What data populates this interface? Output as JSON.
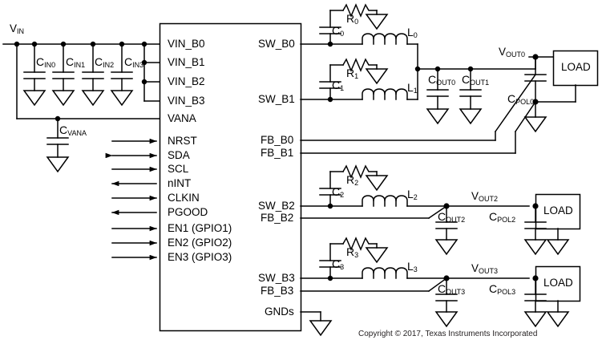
{
  "diagram": {
    "title": "TI multi-rail buck converter application schematic",
    "copyright": "Copyright © 2017, Texas Instruments Incorporated",
    "line_color": "#000000",
    "background": "#ffffff"
  },
  "ic": {
    "pins_left": [
      {
        "name": "VIN_B0",
        "label": "VIN_B0"
      },
      {
        "name": "VIN_B1",
        "label": "VIN_B1"
      },
      {
        "name": "VIN_B2",
        "label": "VIN_B2"
      },
      {
        "name": "VIN_B3",
        "label": "VIN_B3"
      },
      {
        "name": "VANA",
        "label": "VANA"
      },
      {
        "name": "NRST",
        "label": "NRST"
      },
      {
        "name": "SDA",
        "label": "SDA"
      },
      {
        "name": "SCL",
        "label": "SCL"
      },
      {
        "name": "nINT",
        "label": "nINT"
      },
      {
        "name": "CLKIN",
        "label": "CLKIN"
      },
      {
        "name": "PGOOD",
        "label": "PGOOD"
      },
      {
        "name": "EN1",
        "label": "EN1 (GPIO1)"
      },
      {
        "name": "EN2",
        "label": "EN2 (GPIO2)"
      },
      {
        "name": "EN3",
        "label": "EN3 (GPIO3)"
      }
    ],
    "pins_right": [
      {
        "name": "SW_B0",
        "label": "SW_B0"
      },
      {
        "name": "SW_B1",
        "label": "SW_B1"
      },
      {
        "name": "FB_B0",
        "label": "FB_B0"
      },
      {
        "name": "FB_B1",
        "label": "FB_B1"
      },
      {
        "name": "SW_B2",
        "label": "SW_B2"
      },
      {
        "name": "FB_B2",
        "label": "FB_B2"
      },
      {
        "name": "SW_B3",
        "label": "SW_B3"
      },
      {
        "name": "FB_B3",
        "label": "FB_B3"
      },
      {
        "name": "GNDs",
        "label": "GNDs"
      }
    ]
  },
  "nets": {
    "vin": {
      "base": "V",
      "sub": "IN"
    },
    "vout0": {
      "base": "V",
      "sub": "OUT0"
    },
    "vout2": {
      "base": "V",
      "sub": "OUT2"
    },
    "vout3": {
      "base": "V",
      "sub": "OUT3"
    }
  },
  "components": {
    "input_caps": [
      {
        "base": "C",
        "sub": "IN0"
      },
      {
        "base": "C",
        "sub": "IN1"
      },
      {
        "base": "C",
        "sub": "IN2"
      },
      {
        "base": "C",
        "sub": "IN3"
      }
    ],
    "vana_cap": {
      "base": "C",
      "sub": "VANA"
    },
    "snubber_caps": [
      {
        "base": "C",
        "sub": "0"
      },
      {
        "base": "C",
        "sub": "1"
      },
      {
        "base": "C",
        "sub": "2"
      },
      {
        "base": "C",
        "sub": "3"
      }
    ],
    "snubber_resistors": [
      {
        "base": "R",
        "sub": "0"
      },
      {
        "base": "R",
        "sub": "1"
      },
      {
        "base": "R",
        "sub": "2"
      },
      {
        "base": "R",
        "sub": "3"
      }
    ],
    "inductors": [
      {
        "base": "L",
        "sub": "0"
      },
      {
        "base": "L",
        "sub": "1"
      },
      {
        "base": "L",
        "sub": "2"
      },
      {
        "base": "L",
        "sub": "3"
      }
    ],
    "output_caps": [
      {
        "base": "C",
        "sub": "OUT0"
      },
      {
        "base": "C",
        "sub": "OUT1"
      },
      {
        "base": "C",
        "sub": "OUT2"
      },
      {
        "base": "C",
        "sub": "OUT3"
      }
    ],
    "pol_caps": [
      {
        "base": "C",
        "sub": "POL0"
      },
      {
        "base": "C",
        "sub": "POL2"
      },
      {
        "base": "C",
        "sub": "POL3"
      }
    ],
    "loads": [
      {
        "label": "LOAD"
      },
      {
        "label": "LOAD"
      },
      {
        "label": "LOAD"
      }
    ]
  },
  "signal_arrows": [
    {
      "pin": "NRST",
      "direction": "in"
    },
    {
      "pin": "SDA",
      "direction": "bidirectional"
    },
    {
      "pin": "SCL",
      "direction": "in"
    },
    {
      "pin": "nINT",
      "direction": "out"
    },
    {
      "pin": "CLKIN",
      "direction": "in"
    },
    {
      "pin": "PGOOD",
      "direction": "out"
    },
    {
      "pin": "EN1",
      "direction": "in"
    },
    {
      "pin": "EN2",
      "direction": "in"
    },
    {
      "pin": "EN3",
      "direction": "in"
    }
  ]
}
